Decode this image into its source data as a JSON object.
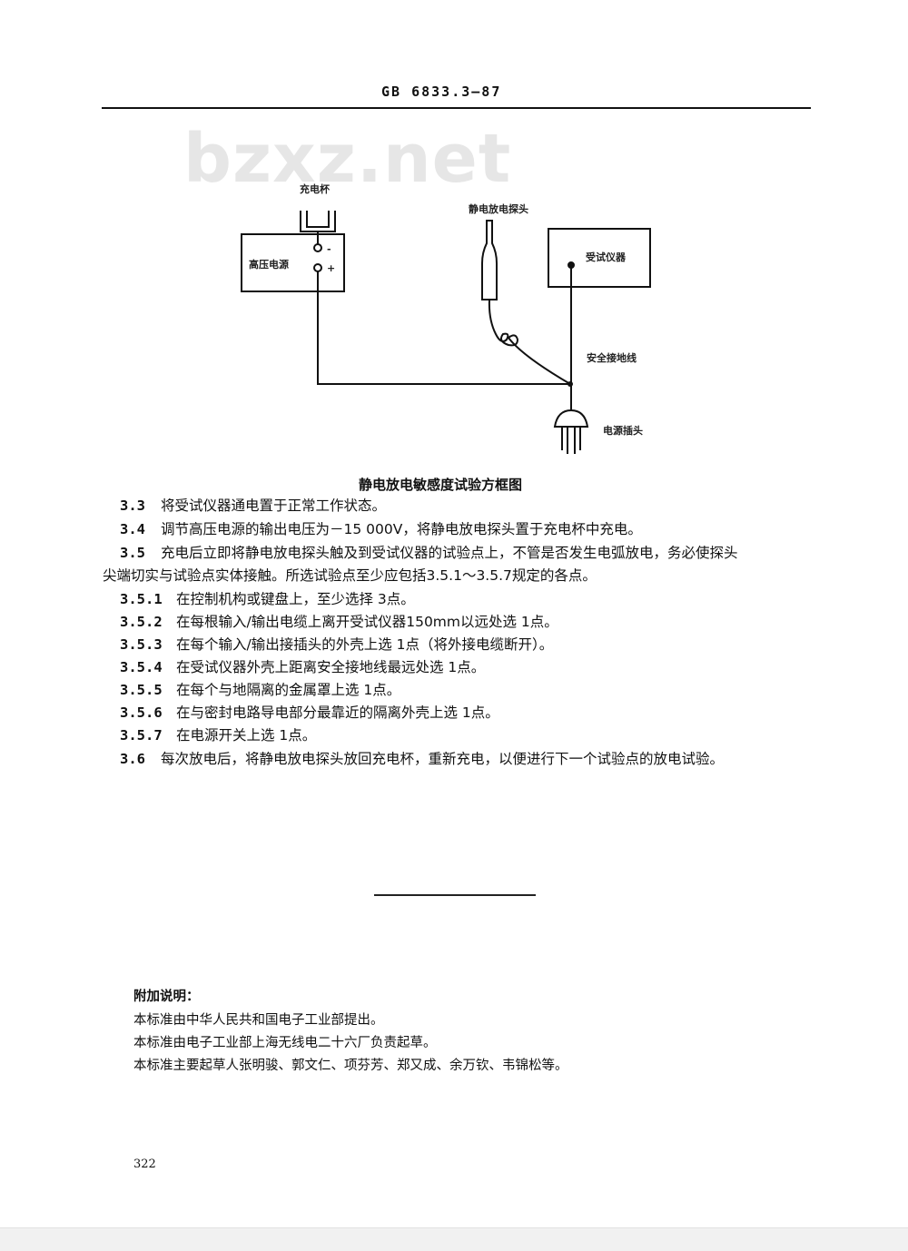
{
  "header": {
    "code": "GB 6833.3—87"
  },
  "watermark": "bzxz.net",
  "diagram": {
    "labels": {
      "cup": "充电杯",
      "hv": "高压电源",
      "minus": "-",
      "plus": "+",
      "probe": "静电放电探头",
      "device": "受试仪器",
      "ground": "安全接地线",
      "plug": "电源插头"
    },
    "caption": "静电放电敏感度试验方框图"
  },
  "paragraphs": [
    {
      "num": "3.3",
      "text": "将受试仪器通电置于正常工作状态。"
    },
    {
      "num": "3.4",
      "text": "调节高压电源的输出电压为－15 000V，将静电放电探头置于充电杯中充电。"
    },
    {
      "num": "3.5",
      "text": "充电后立即将静电放电探头触及到受试仪器的试验点上，不管是否发生电弧放电，务必使探头",
      "cont": "尖端切实与试验点实体接触。所选试验点至少应包括3.5.1～3.5.7规定的各点。"
    },
    {
      "num": "3.5.1",
      "text": "在控制机构或键盘上，至少选择 3点。"
    },
    {
      "num": "3.5.2",
      "text": "在每根输入/输出电缆上离开受试仪器150mm以远处选 1点。"
    },
    {
      "num": "3.5.3",
      "text": "在每个输入/输出接插头的外壳上选 1点（将外接电缆断开）。"
    },
    {
      "num": "3.5.4",
      "text": "在受试仪器外壳上距离安全接地线最远处选 1点。"
    },
    {
      "num": "3.5.5",
      "text": "在每个与地隔离的金属罩上选 1点。"
    },
    {
      "num": "3.5.6",
      "text": "在与密封电路导电部分最靠近的隔离外壳上选 1点。"
    },
    {
      "num": "3.5.7",
      "text": "在电源开关上选 1点。"
    },
    {
      "num": "3.6",
      "text": "每次放电后，将静电放电探头放回充电杯，重新充电，以便进行下一个试验点的放电试验。"
    }
  ],
  "notes": {
    "title": "附加说明：",
    "lines": [
      "本标准由中华人民共和国电子工业部提出。",
      "本标准由电子工业部上海无线电二十六厂负责起草。",
      "本标准主要起草人张明骏、郭文仁、项芬芳、郑又成、余万钦、韦锦松等。"
    ]
  },
  "page_number": "322"
}
